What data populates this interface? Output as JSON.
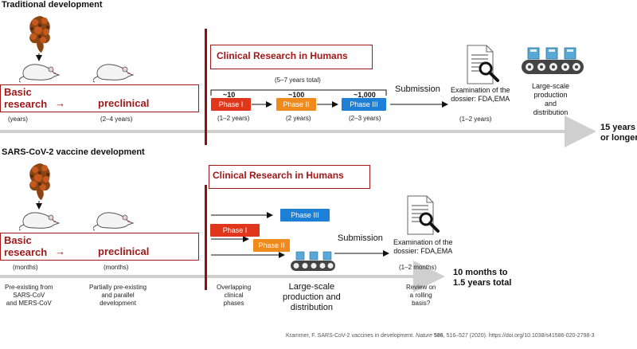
{
  "top": {
    "title": "Traditional development",
    "basic_research": "Basic\nresearch",
    "arrow": "→",
    "preclinical": "preclinical",
    "years_basic": "(years)",
    "years_preclinical": "(2–4 years)",
    "clinical_title": "Clinical Research in Humans",
    "total": "(5–7 years total)",
    "counts": [
      "~10",
      "~100",
      "~1,000"
    ],
    "phases": [
      "Phase I",
      "Phase II",
      "Phase III"
    ],
    "phase_years": [
      "(1–2 years)",
      "(2 years)",
      "(2–3 years)"
    ],
    "submission": "Submission",
    "exam": "Examination of the\ndossier: FDA,EMA",
    "exam_years": "(1–2 years)",
    "production": "Large-scale\nproduction\nand\ndistribution",
    "end_label": "15 years\nor longer"
  },
  "bottom": {
    "title": "SARS-CoV-2 vaccine development",
    "basic_research": "Basic\nresearch",
    "arrow": "→",
    "preclinical": "preclinical",
    "months_basic": "(months)",
    "months_preclinical": "(months)",
    "clinical_title": "Clinical Research in Humans",
    "phases": [
      "Phase I",
      "Phase II",
      "Phase III"
    ],
    "submission": "Submission",
    "exam": "Examination of the\ndossier: FDA,EMA",
    "exam_months": "(1–2 months)",
    "production": "Large-scale\nproduction and\ndistribution",
    "end_label": "10 months to\n1.5 years total",
    "notes": [
      "Pre-existing from\nSARS-CoV\nand MERS-CoV",
      "Partially pre-existing\nand parallel\ndevelopment",
      "Overlapping\nclinical\nphases",
      "Review on\na rolling\nbasis?"
    ]
  },
  "citation": {
    "pre": "Krammer, F. SARS-CoV-2 vaccines in development. ",
    "journal": "Nature",
    "volume": " 586",
    "post": ", 516–527 (2020). https://doi.org/10.1038/s41586-020-2798-3"
  },
  "colors": {
    "dark_red": "#8b1111",
    "phase1": "#e0361c",
    "phase2": "#f08a1c",
    "phase3": "#1e7fd6",
    "axis": "#cfcfcf"
  }
}
